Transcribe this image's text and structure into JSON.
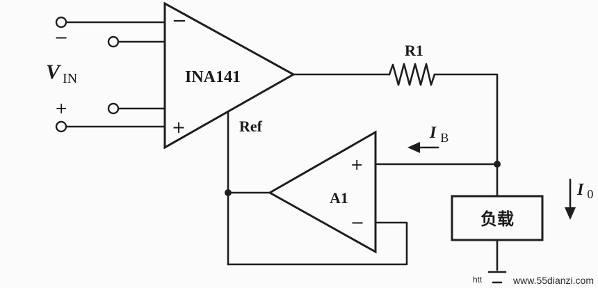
{
  "inputs": {
    "minus": "−",
    "plus": "+",
    "vin_symbol": "V",
    "vin_subscript": "IN"
  },
  "ina141": {
    "label": "INA141",
    "minus": "−",
    "plus": "+",
    "ref_label": "Ref"
  },
  "r1": {
    "label": "R1"
  },
  "a1": {
    "label": "A1",
    "plus": "+",
    "minus": "−"
  },
  "ib": {
    "symbol": "I",
    "subscript": "B"
  },
  "io": {
    "symbol": "I",
    "subscript": "0"
  },
  "load": {
    "label": "负载"
  },
  "watermark": {
    "prefix": "htt",
    "text": "www.55dianzi.com"
  }
}
